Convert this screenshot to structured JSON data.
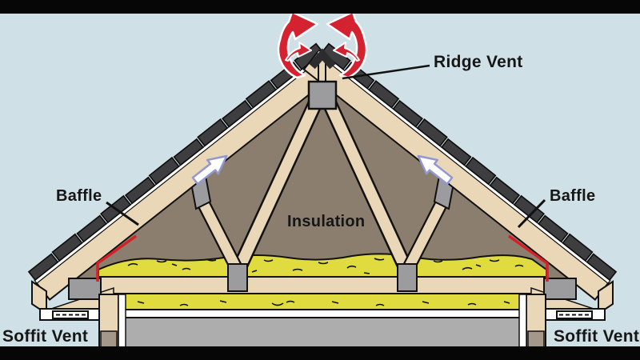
{
  "diagram": {
    "subject": "attic-roof-ventilation-cross-section",
    "labels": {
      "ridge_vent": "Ridge Vent",
      "baffle_left": "Baffle",
      "baffle_right": "Baffle",
      "insulation": "Insulation",
      "soffit_vent_left": "Soffit Vent",
      "soffit_vent_right": "Soffit Vent"
    },
    "colors": {
      "background": "#cfe0e6",
      "letterbox": "#060606",
      "exhaust_red": "#d42230",
      "baffle_red": "#d61f26",
      "insulation_yellow": "#e0dc3f",
      "wood_tan": "#ead7b7",
      "attic_brown": "#8b7e6f",
      "shingle_gray": "#3e3e40",
      "ridge_cap_gray": "#2c2c2e",
      "block_gray": "#9c9c9e",
      "room_gray": "#adadad",
      "wall_footer_taupe": "#a3988a",
      "flow_arrow_fill": "#ffffff",
      "flow_arrow_outline": "#9298d2",
      "outline_black": "#111111"
    }
  }
}
